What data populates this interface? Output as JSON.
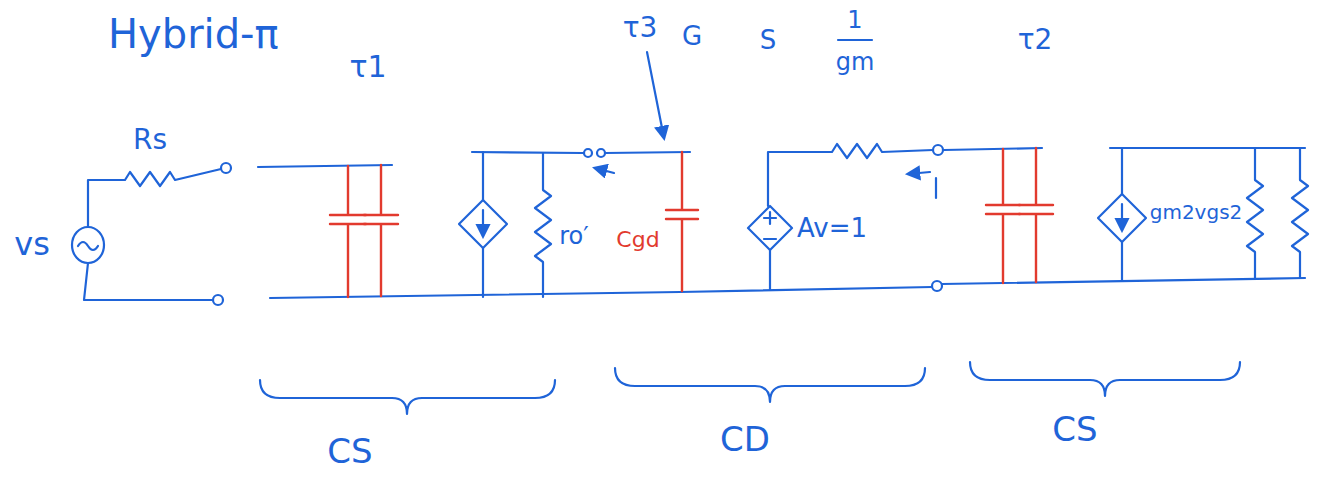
{
  "diagram": {
    "title": "Hybrid-π",
    "labels": [
      "Rs",
      "vs",
      "τ1",
      "ro′",
      "Cgd",
      "τ3",
      "G",
      "S",
      "1",
      "gm",
      "Av=1",
      "τ2",
      "gm2vgs2",
      "CS",
      "CD",
      "CS"
    ]
  }
}
